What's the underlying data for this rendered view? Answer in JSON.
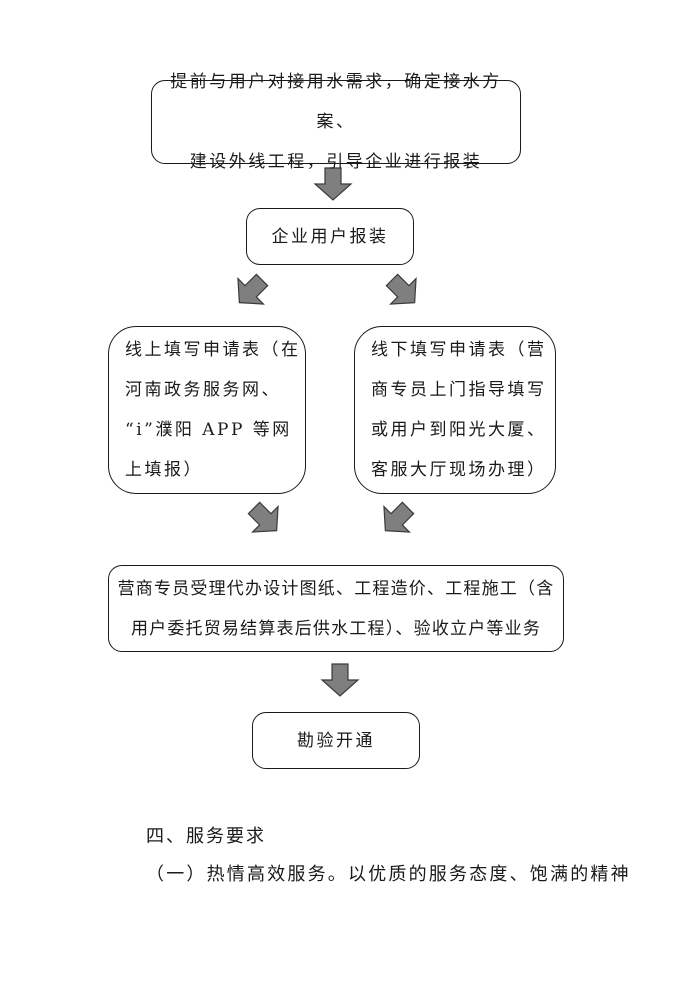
{
  "flow": {
    "step1": "提前与用户对接用水需求，确定接水方案、\n建设外线工程，引导企业进行报装",
    "step2": "企业用户报装",
    "step3_online": "线上填写申请表（在\n河南政务服务网、\n“i”濮阳 APP 等网\n上填报）",
    "step3_offline": "线下填写申请表（营\n商专员上门指导填写\n或用户到阳光大厦、\n客服大厅现场办理）",
    "step4": "营商专员受理代办设计图纸、工程造价、工程施工（含\n用户委托贸易结算表后供水工程）、验收立户等业务",
    "step5": "勘验开通"
  },
  "section": {
    "heading": "四、服务要求",
    "paragraph": "（一）热情高效服务。以优质的服务态度、饱满的精神"
  },
  "colors": {
    "arrow_fill": "#7f7f7f",
    "arrow_stroke": "#3a3a3a",
    "border": "#1a1a1a"
  }
}
